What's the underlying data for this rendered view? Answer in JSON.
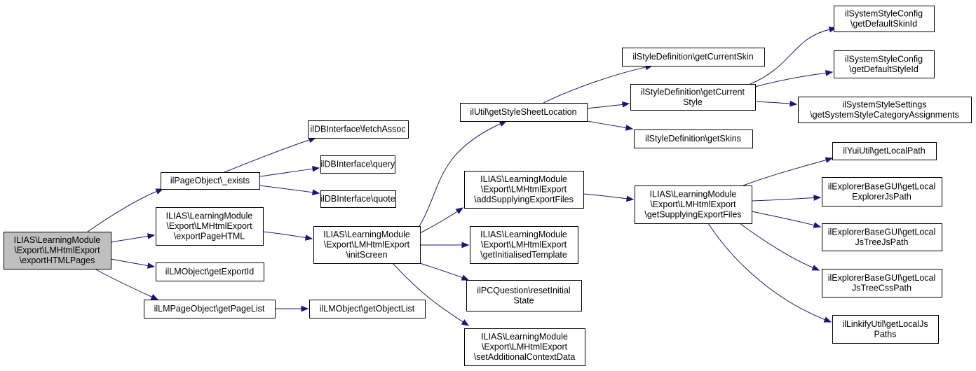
{
  "nodes": [
    {
      "id": "root",
      "lines": [
        "ILIAS\\LearningModule",
        "\\Export\\LMHtmlExport",
        "\\exportHTMLPages"
      ],
      "root": true
    },
    {
      "id": "pageobj_exists",
      "lines": [
        "ilPageObject\\_exists"
      ]
    },
    {
      "id": "exportPageHTML",
      "lines": [
        "ILIAS\\LearningModule",
        "\\Export\\LMHtmlExport",
        "\\exportPageHTML"
      ]
    },
    {
      "id": "getExportId",
      "lines": [
        "ilLMObject\\getExportId"
      ]
    },
    {
      "id": "getPageList",
      "lines": [
        "ilLMPageObject\\getPageList"
      ]
    },
    {
      "id": "fetchAssoc",
      "lines": [
        "ilDBInterface\\fetchAssoc"
      ]
    },
    {
      "id": "query",
      "lines": [
        "ilDBInterface\\query"
      ]
    },
    {
      "id": "quote",
      "lines": [
        "ilDBInterface\\quote"
      ]
    },
    {
      "id": "initScreen",
      "lines": [
        "ILIAS\\LearningModule",
        "\\Export\\LMHtmlExport",
        "\\initScreen"
      ]
    },
    {
      "id": "getObjectList",
      "lines": [
        "ilLMObject\\getObjectList"
      ]
    },
    {
      "id": "getStyleSheetLocation",
      "lines": [
        "ilUtil\\getStyleSheetLocation"
      ]
    },
    {
      "id": "addSupplyingExportFiles",
      "lines": [
        "ILIAS\\LearningModule",
        "\\Export\\LMHtmlExport",
        "\\addSupplyingExportFiles"
      ]
    },
    {
      "id": "getInitialisedTemplate",
      "lines": [
        "ILIAS\\LearningModule",
        "\\Export\\LMHtmlExport",
        "\\getInitialisedTemplate"
      ]
    },
    {
      "id": "resetInitialState",
      "lines": [
        "ilPCQuestion\\resetInitial",
        "State"
      ]
    },
    {
      "id": "setAdditionalContextData",
      "lines": [
        "ILIAS\\LearningModule",
        "\\Export\\LMHtmlExport",
        "\\setAdditionalContextData"
      ]
    },
    {
      "id": "getCurrentSkin",
      "lines": [
        "ilStyleDefinition\\getCurrentSkin"
      ]
    },
    {
      "id": "getCurrentStyle",
      "lines": [
        "ilStyleDefinition\\getCurrent",
        "Style"
      ]
    },
    {
      "id": "getSkins",
      "lines": [
        "ilStyleDefinition\\getSkins"
      ]
    },
    {
      "id": "getSupplyingExportFiles",
      "lines": [
        "ILIAS\\LearningModule",
        "\\Export\\LMHtmlExport",
        "\\getSupplyingExportFiles"
      ]
    },
    {
      "id": "getDefaultSkinId",
      "lines": [
        "ilSystemStyleConfig",
        "\\getDefaultSkinId"
      ]
    },
    {
      "id": "getDefaultStyleId",
      "lines": [
        "ilSystemStyleConfig",
        "\\getDefaultStyleId"
      ]
    },
    {
      "id": "getSystemStyleCategoryAssignments",
      "lines": [
        "ilSystemStyleSettings",
        "\\getSystemStyleCategoryAssignments"
      ]
    },
    {
      "id": "yuiGetLocalPath",
      "lines": [
        "ilYuiUtil\\getLocalPath"
      ]
    },
    {
      "id": "getLocalExplorerJsPath",
      "lines": [
        "ilExplorerBaseGUI\\getLocal",
        "ExplorerJsPath"
      ]
    },
    {
      "id": "getLocalJsTreeJsPath",
      "lines": [
        "ilExplorerBaseGUI\\getLocal",
        "JsTreeJsPath"
      ]
    },
    {
      "id": "getLocalJsTreeCssPath",
      "lines": [
        "ilExplorerBaseGUI\\getLocal",
        "JsTreeCssPath"
      ]
    },
    {
      "id": "linkifyGetLocalJsPaths",
      "lines": [
        "ilLinkifyUtil\\getLocalJs",
        "Paths"
      ]
    }
  ],
  "edges": [
    [
      "root",
      "pageobj_exists"
    ],
    [
      "root",
      "exportPageHTML"
    ],
    [
      "root",
      "getExportId"
    ],
    [
      "root",
      "getPageList"
    ],
    [
      "pageobj_exists",
      "fetchAssoc"
    ],
    [
      "pageobj_exists",
      "query"
    ],
    [
      "pageobj_exists",
      "quote"
    ],
    [
      "exportPageHTML",
      "initScreen"
    ],
    [
      "getPageList",
      "getObjectList"
    ],
    [
      "initScreen",
      "getStyleSheetLocation"
    ],
    [
      "initScreen",
      "addSupplyingExportFiles"
    ],
    [
      "initScreen",
      "getInitialisedTemplate"
    ],
    [
      "initScreen",
      "resetInitialState"
    ],
    [
      "initScreen",
      "setAdditionalContextData"
    ],
    [
      "getStyleSheetLocation",
      "getCurrentSkin"
    ],
    [
      "getStyleSheetLocation",
      "getCurrentStyle"
    ],
    [
      "getStyleSheetLocation",
      "getSkins"
    ],
    [
      "getCurrentStyle",
      "getDefaultSkinId"
    ],
    [
      "getCurrentStyle",
      "getDefaultStyleId"
    ],
    [
      "getCurrentStyle",
      "getSystemStyleCategoryAssignments"
    ],
    [
      "addSupplyingExportFiles",
      "getSupplyingExportFiles"
    ],
    [
      "getSupplyingExportFiles",
      "yuiGetLocalPath"
    ],
    [
      "getSupplyingExportFiles",
      "getLocalExplorerJsPath"
    ],
    [
      "getSupplyingExportFiles",
      "getLocalJsTreeJsPath"
    ],
    [
      "getSupplyingExportFiles",
      "getLocalJsTreeCssPath"
    ],
    [
      "getSupplyingExportFiles",
      "linkifyGetLocalJsPaths"
    ]
  ],
  "colors": {
    "edge": "#191970",
    "root_fill": "#bfbfbf",
    "node_fill": "#ffffff",
    "border": "#000000"
  }
}
